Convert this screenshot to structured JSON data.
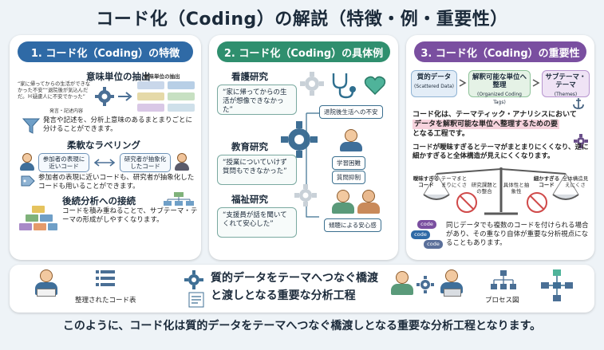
{
  "title": "コード化（Coding）の解説（特徴・例・重要性）",
  "panel1": {
    "header": "1. コード化（Coding）の特徴",
    "s1_title": "意味単位の抽出",
    "s1_label_small": "意味単位の抽出",
    "s1_quote": "“家に帰ってからの生活ができなかった不安”“退院後が気込んだだ。Ｈ疑慮人に不安でかった”",
    "s1_caption": "発言・記述内容",
    "s1_desc": "発言や記述を、分析上意味のあるまとまりごとに分けることができます。",
    "s2_title": "柔軟なラベリング",
    "s2_card_left": "参加者の表現に近いコード",
    "s2_card_right": "研究者が抽象化したコード",
    "s2_desc": "参加者の表現に近いコードも、研究者が抽象化したコードも用いることができます。",
    "s3_title": "後続分析への接続",
    "s3_desc": "コードを積み重ねることで、サブテーマ・テーマの形成がしやすくなります。"
  },
  "panel2": {
    "header": "2. コード化（Coding）の具体例",
    "ex1_title": "看護研究",
    "ex1_quote": "“家に帰ってからの生活が想像できなかった”",
    "ex1_tag": "退院後生活への不安",
    "ex2_title": "教育研究",
    "ex2_quote": "“授業についていけず質問もできなかった”",
    "ex2_tag1": "学習困難",
    "ex2_tag2": "質問抑制",
    "ex3_title": "福祉研究",
    "ex3_quote": "“支援員が話を聞いてくれて安心した”",
    "ex3_tag": "傾聴による安心感"
  },
  "panel3": {
    "header": "3. コード化（Coding）の重要性",
    "box1": "質的データ",
    "box1_sub": "(Scattered Data)",
    "box2": "解釈可能な単位へ整理",
    "box2_sub": "(Organized Coding Tags)",
    "box3": "サブテーマ・テーマ",
    "box3_sub": "(Themes)",
    "para1_a": "コード化は、テーマティック・アナリシスにおいて",
    "para1_b": "データを解釈可能な単位へ整理するための要",
    "para1_c": "となる工程です。",
    "para2": "コードが曖昧すぎるとテーマがまとまりにくくなり、逆に細かすぎると全体構造が見えにくくなります。",
    "scale_l1": "曖昧すぎるコード",
    "scale_l2": "テーマまとまりにくさ",
    "scale_m1": "研究課題との整合",
    "scale_m2": "具体性と抽象性",
    "scale_r1": "細かすぎるコード",
    "scale_r2": "全体構造見えにくさ",
    "code_icon": "code",
    "para3": "同じデータでも複数のコードを付けられる場合があり、その重なり自体が重要な分析視点になることもあります。"
  },
  "bottom": {
    "label_codes": "整理されたコード表",
    "center_a": "質的データをテーマへつなぐ橋渡",
    "center_b": "と渡しとなる重要な分析工程",
    "label_process": "プロセス図",
    "footer": "このように、コード化は質的データをテーマへつなぐ橋渡しとなる重要な分析工程となります。"
  },
  "colors": {
    "blue": "#2f6aa6",
    "green": "#2f8f6e",
    "purple": "#7a4fa0",
    "accent_pink": "#f7d3dd"
  }
}
